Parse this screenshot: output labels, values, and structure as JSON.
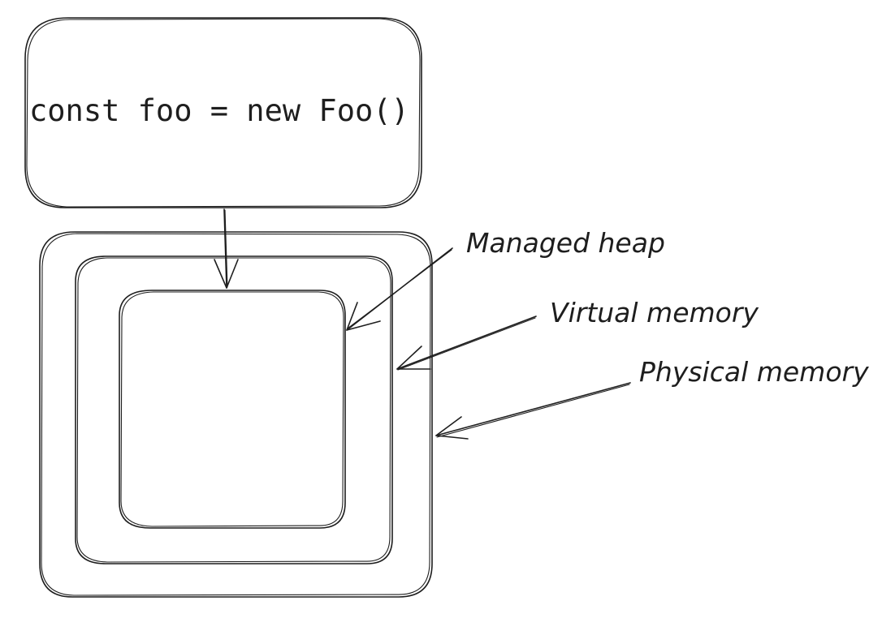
{
  "diagram": {
    "code_box": {
      "text": "const foo = new Foo()"
    },
    "labels": {
      "managed_heap": "Managed heap",
      "virtual_memory": "Virtual memory",
      "physical_memory": "Physical memory"
    },
    "colors": {
      "stroke": "#1e1e1e",
      "background": "#ffffff"
    }
  }
}
